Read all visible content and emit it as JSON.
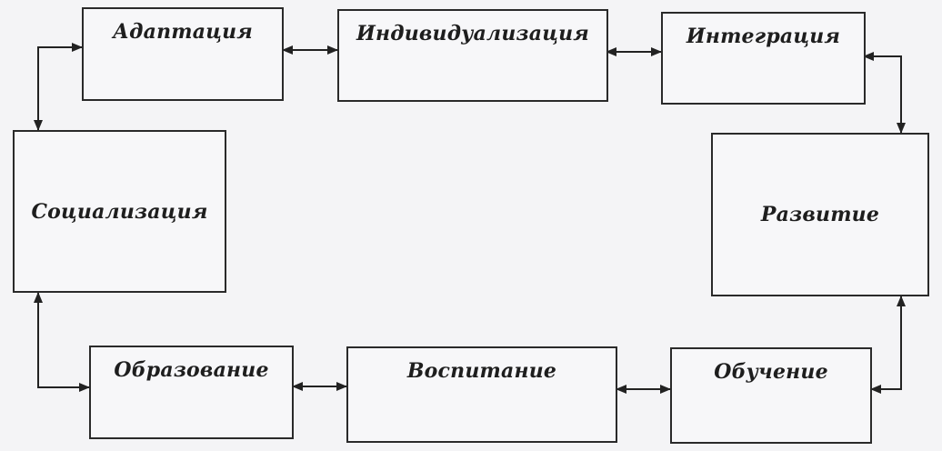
{
  "diagram": {
    "nodes": {
      "adaptation": "Адаптация",
      "individualization": "Индивидуализация",
      "integration": "Интеграция",
      "socialization": "Социализация",
      "development": "Развитие",
      "education_formal": "Образование",
      "upbringing": "Воспитание",
      "teaching": "Обучение"
    },
    "connections": [
      {
        "from": "adaptation",
        "to": "individualization",
        "type": "bidirectional"
      },
      {
        "from": "individualization",
        "to": "integration",
        "type": "bidirectional"
      },
      {
        "from": "integration",
        "to": "development",
        "type": "bidirectional"
      },
      {
        "from": "development",
        "to": "teaching",
        "type": "bidirectional"
      },
      {
        "from": "teaching",
        "to": "upbringing",
        "type": "bidirectional"
      },
      {
        "from": "upbringing",
        "to": "education_formal",
        "type": "bidirectional"
      },
      {
        "from": "education_formal",
        "to": "socialization",
        "type": "bidirectional"
      },
      {
        "from": "socialization",
        "to": "adaptation",
        "type": "bidirectional"
      }
    ]
  }
}
